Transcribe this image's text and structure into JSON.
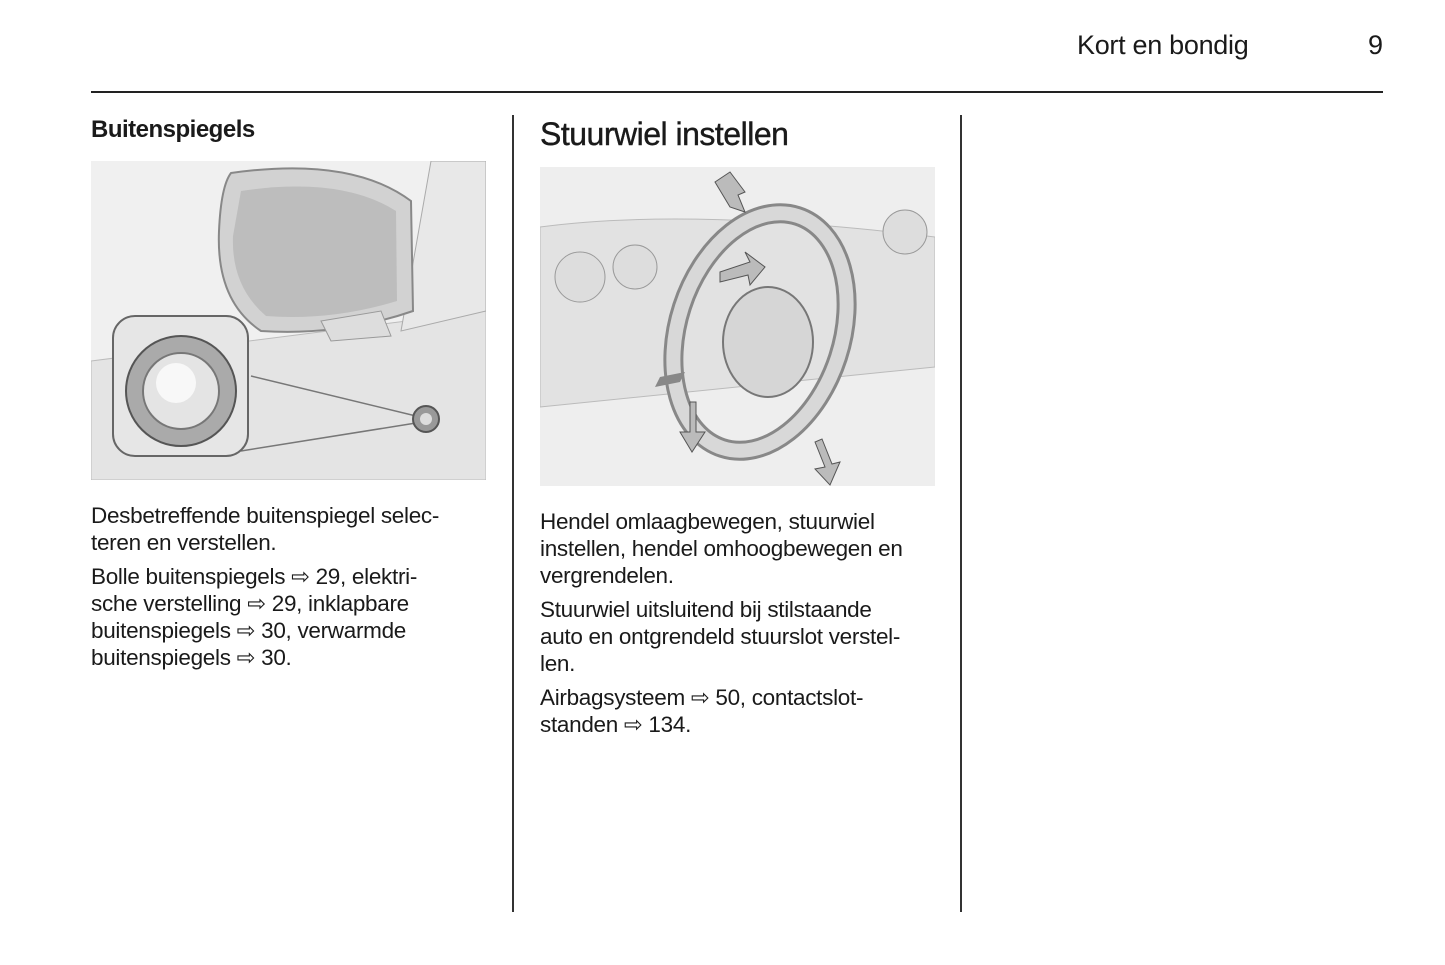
{
  "header": {
    "section_title": "Kort en bondig",
    "page_number": "9"
  },
  "left_column": {
    "heading": "Buitenspiegels",
    "figure_icon": "exterior-mirror-adjust-illustration",
    "paragraphs": [
      [
        "Desbetreffende buitenspiegel selec-",
        "teren en verstellen."
      ],
      [
        "Bolle buitenspiegels ⇨ 29, elektri-",
        "sche verstelling ⇨ 29, inklapbare",
        "buitenspiegels ⇨ 30, verwarmde",
        "buitenspiegels ⇨ 30."
      ]
    ]
  },
  "middle_column": {
    "heading": "Stuurwiel instellen",
    "figure_icon": "steering-wheel-adjust-illustration",
    "paragraphs": [
      [
        "Hendel omlaagbewegen, stuurwiel",
        "instellen, hendel omhoogbewegen en",
        "vergrendelen."
      ],
      [
        "Stuurwiel uitsluitend bij stilstaande",
        "auto en ontgrendeld stuurslot verstel-",
        "len."
      ],
      [
        "Airbagsysteem ⇨ 50, contactslot-",
        "standen ⇨ 134."
      ]
    ]
  }
}
